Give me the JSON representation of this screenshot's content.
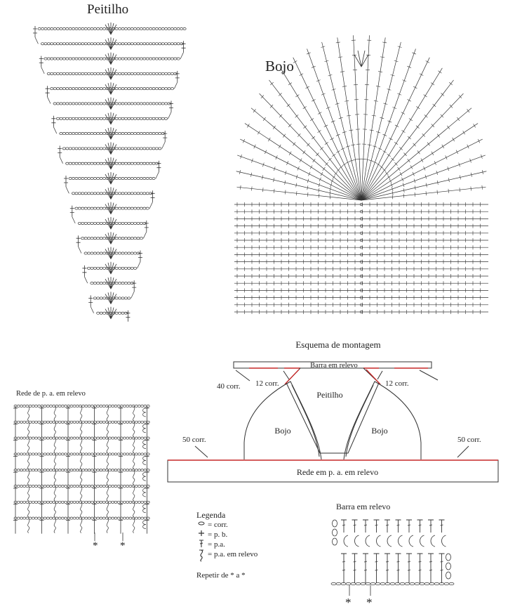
{
  "peitilho": {
    "title": "Peitilho",
    "rows": 20
  },
  "bojo": {
    "title": "Bojo",
    "fan_rows": 28,
    "grid_rows": 16
  },
  "rede_sample": {
    "title": "Rede de p. a. em relevo",
    "repeat_markers": [
      "*",
      "*"
    ]
  },
  "esquema": {
    "title": "Esquema de montagem",
    "barra_label": "Barra em relevo",
    "label_40": "40 corr.",
    "label_12_left": "12 corr.",
    "label_12_right": "12 corr.",
    "peitilho_label": "Peitilho",
    "bojo_left": "Bojo",
    "bojo_right": "Bojo",
    "label_50_left": "50 corr.",
    "label_50_right": "50 corr.",
    "rede_label": "Rede em p. a. em relevo",
    "edge_color": "#c62828"
  },
  "legenda": {
    "title": "Legenda",
    "items": [
      "= corr.",
      "= p. b.",
      "= p.a.",
      "= p.a. em relevo"
    ],
    "repeat": "Repetir de * a *"
  },
  "barra_sample": {
    "title": "Barra em relevo",
    "repeat_markers": [
      "*",
      "*"
    ]
  }
}
